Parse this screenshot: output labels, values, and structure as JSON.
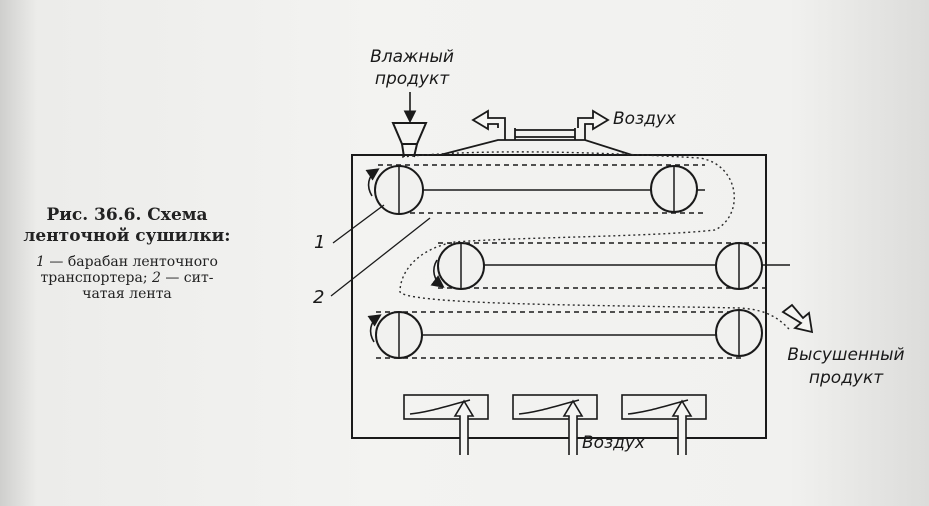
{
  "figure": {
    "caption_title_line1": "Рис. 36.6. Схема",
    "caption_title_line2": "ленточной сушилки:",
    "legend_line1_num": "1",
    "legend_line1_text": " — барабан ленточного",
    "legend_line2_text": "транспортера; ",
    "legend_line2_num": "2",
    "legend_line2_rest": " — сит-",
    "legend_line3_text": "чатая лента"
  },
  "labels": {
    "wet_product_line1": "Влажный",
    "wet_product_line2": "продукт",
    "air_out": "Воздух",
    "dried_product_line1": "Высушенный",
    "dried_product_line2": "продукт",
    "air_in": "Воздух",
    "num1": "1",
    "num2": "2"
  },
  "colors": {
    "ink": "#1a1a1a",
    "paper": "#f1f1ef"
  }
}
